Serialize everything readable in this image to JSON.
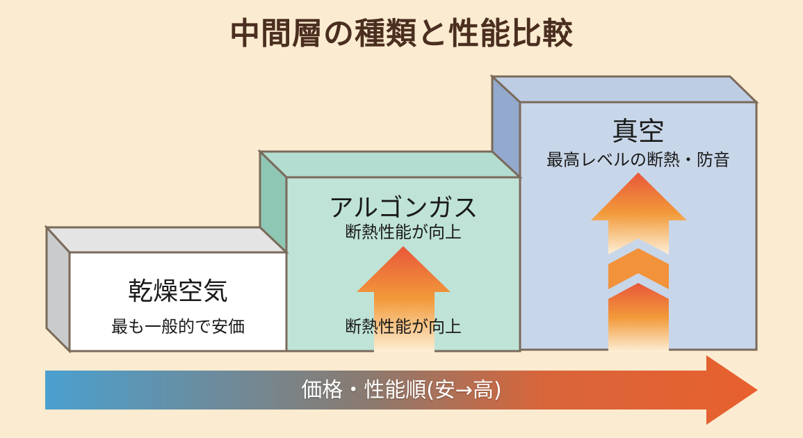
{
  "title": "中間層の種類と性能比較",
  "boxes": [
    {
      "name": "乾燥空気",
      "description": "最も一般的で安価",
      "color_front": "#ffffff",
      "color_top": "#e4e4e4",
      "color_side": "#c9cbcc"
    },
    {
      "name": "アルゴンガス",
      "description": "断熱性能が向上",
      "arrow_label": "断熱性能が向上",
      "color_front": "#bfe3d7",
      "color_top": "#b2ddd0",
      "color_side": "#8fc7b5"
    },
    {
      "name": "真空",
      "description": "最高レベルの断熱・防音",
      "color_front": "#c8d6e9",
      "color_top": "#bdcde3",
      "color_side": "#93a9cd"
    }
  ],
  "bottom_arrow": {
    "label": "価格・性能順(安→高)",
    "color_start": "#4aa0cf",
    "color_end": "#e8602e"
  },
  "colors": {
    "background": "#fbebd0",
    "outline": "#7a6a5a",
    "arrow_top": "#e8573a",
    "arrow_mid": "#f3a13a",
    "arrow_bottom": "#fbe6c0"
  }
}
